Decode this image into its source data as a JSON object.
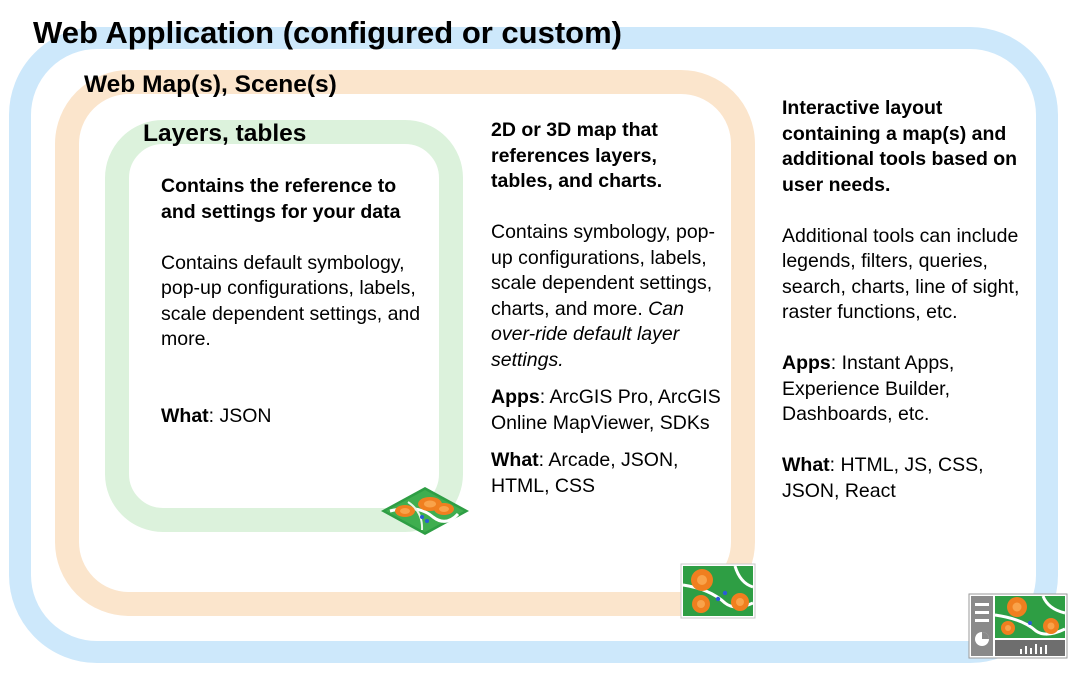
{
  "titles": {
    "web_application": "Web Application (configured or custom)",
    "web_maps": "Web Map(s), Scene(s)",
    "layers": "Layers, tables"
  },
  "layers_box": {
    "heading": "Contains the reference to and settings for your data",
    "body": "Contains default symbology, pop-up configurations, labels, scale dependent settings, and more.",
    "what_label": "What",
    "what_value": ": JSON"
  },
  "map_box": {
    "heading": "2D or 3D map that references layers, tables, and charts.",
    "body": "Contains symbology, pop-up configurations, labels, scale dependent settings, charts, and more.",
    "body_italic": "Can over-ride default layer settings.",
    "apps_label": "Apps",
    "apps_value": ": ArcGIS Pro, ArcGIS Online MapViewer, SDKs",
    "what_label": "What",
    "what_value": ": Arcade, JSON, HTML, CSS"
  },
  "app_box": {
    "heading": "Interactive layout containing a map(s) and additional tools based on user needs.",
    "body": "Additional tools can include legends, filters, queries, search, charts, line of sight, raster functions, etc.",
    "apps_label": "Apps",
    "apps_value": ": Instant Apps, Experience Builder, Dashboards, etc.",
    "what_label": "What",
    "what_value": ": HTML, JS, CSS, JSON, React"
  },
  "colors": {
    "app_ring": "#cde8fb",
    "map_ring": "#fbe5cc",
    "layer_ring": "#dcf2dc",
    "map_green": "#2e9e44",
    "map_orange": "#f07f1f"
  },
  "icons": [
    "layer-map-icon",
    "web-map-icon",
    "web-app-dashboard-icon"
  ]
}
